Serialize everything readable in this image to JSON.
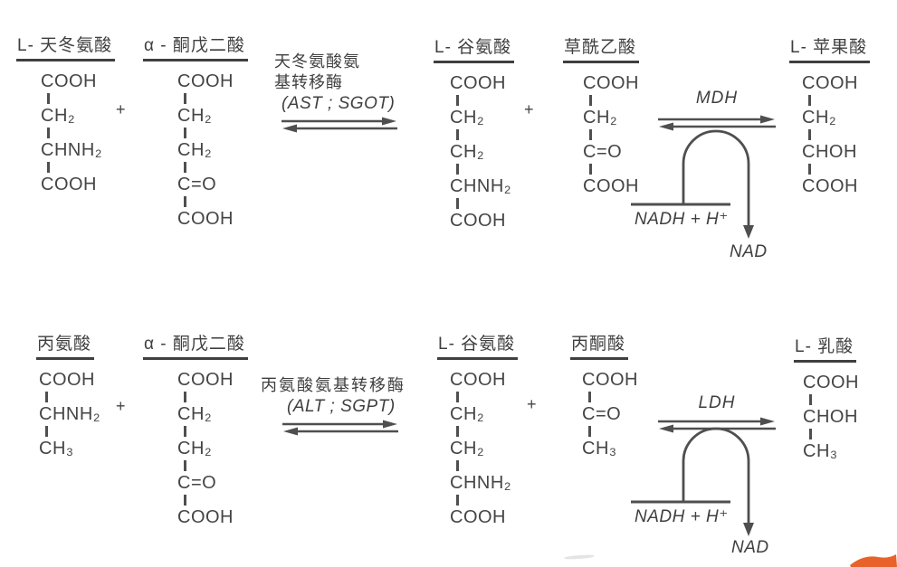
{
  "colors": {
    "text": "#454545",
    "line": "#4f4f4f",
    "accent_swoosh": "#e8622a"
  },
  "reactions": [
    {
      "plus": "+",
      "substrate1": {
        "name": "L- 天冬氨酸",
        "formula": [
          "COOH",
          "CH₂",
          "CHNH₂",
          "COOH"
        ]
      },
      "substrate2": {
        "name": "α - 酮戊二酸",
        "formula": [
          "COOH",
          "CH₂",
          "CH₂",
          "C=O",
          "COOH"
        ]
      },
      "transaminase": {
        "line1": "天冬氨酸氨",
        "line2": "基转移酶",
        "abbrev": "(AST ; SGOT)"
      },
      "product1": {
        "name": "L- 谷氨酸",
        "formula": [
          "COOH",
          "CH₂",
          "CH₂",
          "CHNH₂",
          "COOH"
        ]
      },
      "product2": {
        "name": "草酰乙酸",
        "formula": [
          "COOH",
          "CH₂",
          "C=O",
          "COOH"
        ]
      },
      "dehydrogenase": {
        "name": "MDH",
        "cofactor_in": "NADH + H⁺",
        "cofactor_out": "NAD"
      },
      "product3": {
        "name": "L- 苹果酸",
        "formula": [
          "COOH",
          "CH₂",
          "CHOH",
          "COOH"
        ]
      }
    },
    {
      "plus": "+",
      "substrate1": {
        "name": "丙氨酸",
        "formula": [
          "COOH",
          "CHNH₂",
          "CH₃"
        ]
      },
      "substrate2": {
        "name": "α - 酮戊二酸",
        "formula": [
          "COOH",
          "CH₂",
          "CH₂",
          "C=O",
          "COOH"
        ]
      },
      "transaminase": {
        "line1": "丙氨酸氨基转移酶",
        "abbrev": "(ALT ; SGPT)"
      },
      "product1": {
        "name": "L- 谷氨酸",
        "formula": [
          "COOH",
          "CH₂",
          "CH₂",
          "CHNH₂",
          "COOH"
        ]
      },
      "product2": {
        "name": "丙酮酸",
        "formula": [
          "COOH",
          "C=O",
          "CH₃"
        ]
      },
      "dehydrogenase": {
        "name": "LDH",
        "cofactor_in": "NADH + H⁺",
        "cofactor_out": "NAD"
      },
      "product3": {
        "name": "L- 乳酸",
        "formula": [
          "COOH",
          "CHOH",
          "CH₃"
        ]
      }
    }
  ]
}
